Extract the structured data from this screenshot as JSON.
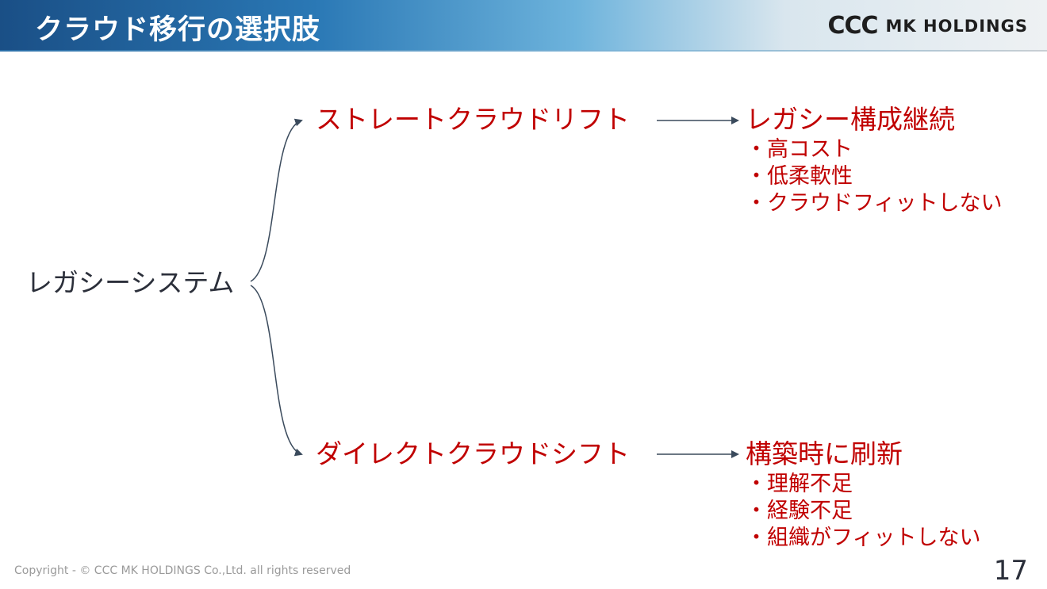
{
  "header": {
    "title": "クラウド移行の選択肢",
    "logo_mark": "CCC",
    "logo_text": "MK HOLDINGS"
  },
  "diagram": {
    "root": "レガシーシステム",
    "branches": [
      {
        "label": "ストレートクラウドリフト",
        "result": "レガシー構成継続",
        "notes": [
          "・高コスト",
          "・低柔軟性",
          "・クラウドフィットしない"
        ]
      },
      {
        "label": "ダイレクトクラウドシフト",
        "result": "構築時に刷新",
        "notes": [
          "・理解不足",
          "・経験不足",
          "・組織がフィットしない"
        ]
      }
    ]
  },
  "footer": {
    "copyright": "Copyright - © CCC MK HOLDINGS Co.,Ltd. all rights reserved",
    "page_number": "17"
  },
  "colors": {
    "accent_red": "#c00000",
    "text_dark": "#2b2f3a",
    "connector": "#3a4a5c",
    "header_blue": "#1a4f86"
  }
}
